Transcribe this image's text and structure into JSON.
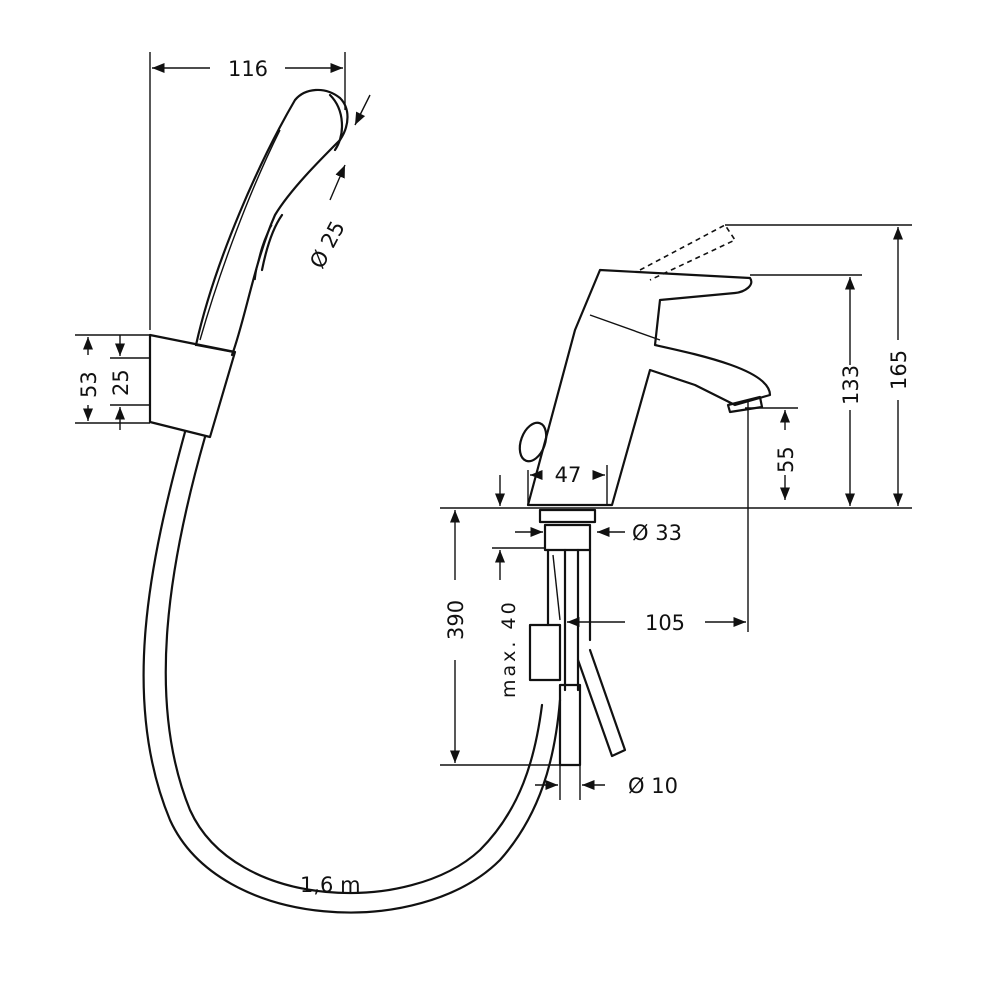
{
  "title": "Bidet mixer with hand shower - dimension drawing",
  "dimensions": {
    "shower_width": "116",
    "shower_diameter": "Ø 25",
    "holder_height": "53",
    "holder_inner": "25",
    "total_height": "165",
    "spout_height": "133",
    "outlet_height": "55",
    "body_width": "47",
    "base_diameter": "Ø 33",
    "hose_length_below": "390",
    "max_deck": "max. 40",
    "spout_reach": "105",
    "connection_diameter": "Ø 10",
    "hose_length": "1,6 m"
  }
}
